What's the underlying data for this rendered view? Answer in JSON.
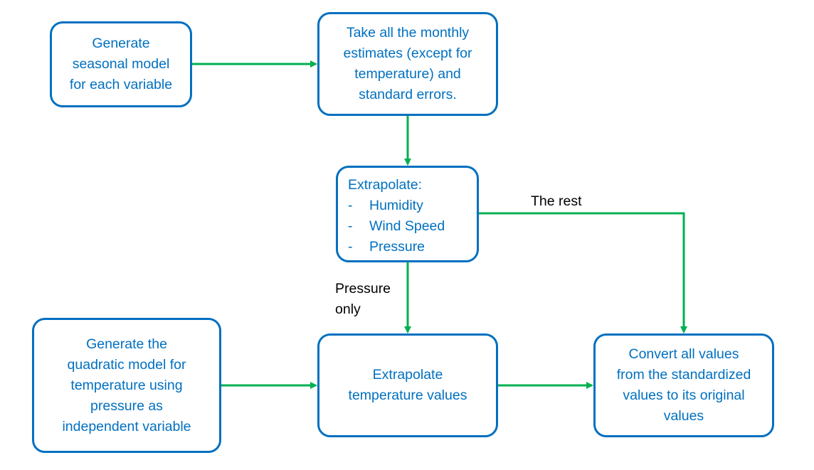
{
  "colors": {
    "box_border": "#0070C0",
    "box_text": "#0070C0",
    "arrow": "#00B050",
    "label_text": "#000000"
  },
  "nodes": {
    "seasonal": {
      "lines": [
        "Generate",
        "seasonal model",
        "for each variable"
      ]
    },
    "estimates": {
      "lines": [
        "Take all the monthly",
        "estimates (except for",
        "temperature) and",
        "standard errors."
      ]
    },
    "extrapolate": {
      "heading": "Extrapolate:",
      "bullet": "-",
      "items": [
        "Humidity",
        "Wind Speed",
        "Pressure"
      ]
    },
    "quadratic": {
      "lines": [
        "Generate the",
        "quadratic model for",
        "temperature using",
        "pressure as",
        "independent variable"
      ]
    },
    "temperature": {
      "lines": [
        "Extrapolate",
        "temperature values"
      ]
    },
    "convert": {
      "lines": [
        "Convert all values",
        "from the standardized",
        "values to its original",
        "values"
      ]
    }
  },
  "edge_labels": {
    "rest": "The rest",
    "pressure_only": [
      "Pressure",
      "only"
    ]
  }
}
